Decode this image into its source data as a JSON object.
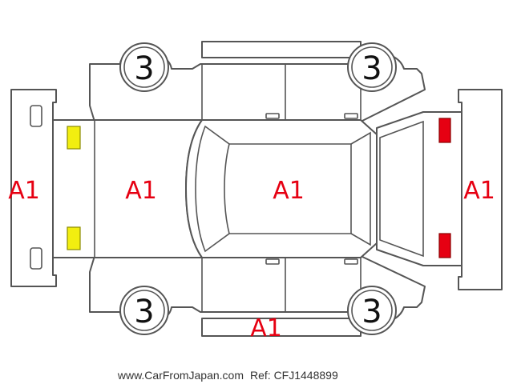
{
  "damage_codes": {
    "rear_bumper": "A1",
    "trunk": "A1",
    "roof": "A1",
    "front_bumper": "A1",
    "right_side_sill": "A1"
  },
  "wheels": {
    "left_rear": "3",
    "left_front": "3",
    "right_rear": "3",
    "right_front": "3"
  },
  "colors": {
    "damage_code": "#e60012",
    "rear_lamp": "#f2ee10",
    "front_lamp": "#e60012",
    "outline": "#555555"
  },
  "footer": {
    "site": "www.CarFromJapan.com",
    "ref": "Ref: CFJ1448899"
  }
}
